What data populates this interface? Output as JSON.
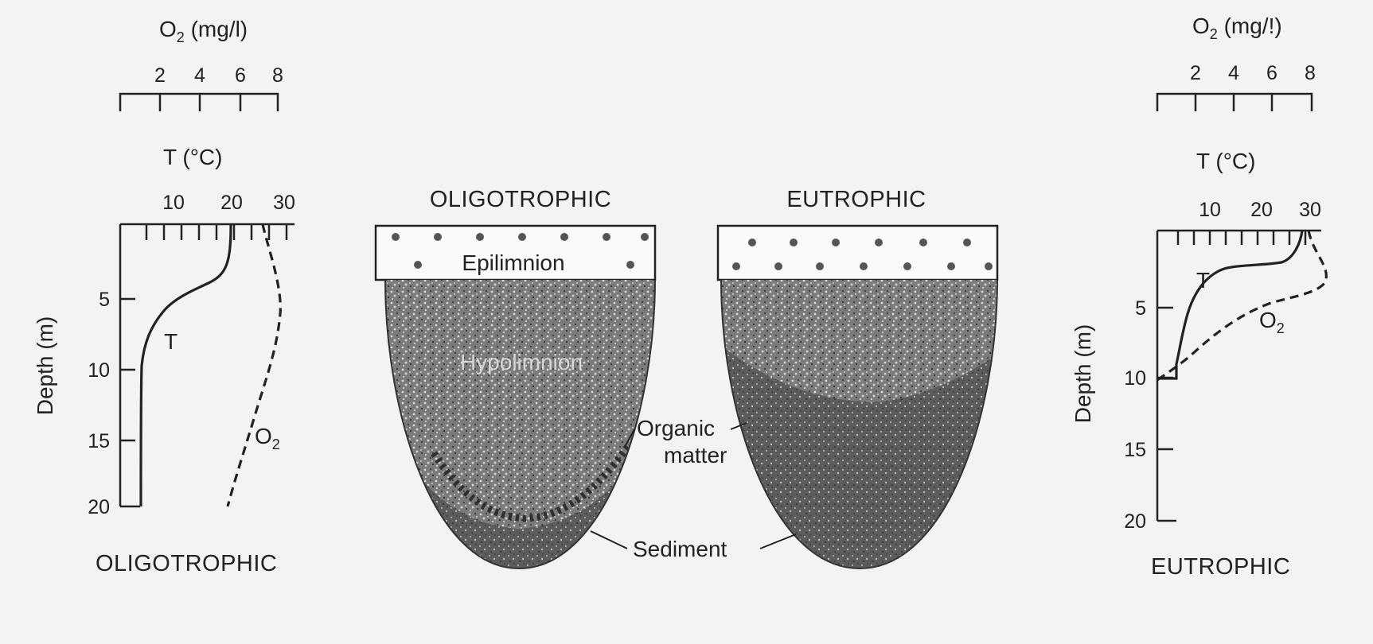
{
  "left_profile": {
    "o2_axis_title": "O",
    "o2_axis_sub": "2",
    "o2_axis_unit": " (mg/l)",
    "o2_ticks": [
      "2",
      "4",
      "6",
      "8"
    ],
    "t_axis_title": "T (°C)",
    "t_ticks": [
      "10",
      "20",
      "30"
    ],
    "depth_label": "Depth (m)",
    "depth_ticks": [
      "5",
      "10",
      "15",
      "20"
    ],
    "t_curve_label": "T",
    "o2_curve_label": "O",
    "o2_curve_sub": "2",
    "caption": "OLIGOTROPHIC"
  },
  "right_profile": {
    "o2_axis_title": "O",
    "o2_axis_sub": "2",
    "o2_axis_unit": " (mg/!)",
    "o2_ticks": [
      "2",
      "4",
      "6",
      "8"
    ],
    "t_axis_title": "T (°C)",
    "t_ticks": [
      "10",
      "20",
      "30"
    ],
    "depth_label": "Depth (m)",
    "depth_ticks": [
      "5",
      "10",
      "15",
      "20"
    ],
    "t_curve_label": "T",
    "o2_curve_label": "O",
    "o2_curve_sub": "2",
    "caption": "EUTROPHIC"
  },
  "lake_left": {
    "title": "OLIGOTROPHIC",
    "epilimnion": "Epilimnion",
    "hypolimnion": "Hypolimnion"
  },
  "lake_right": {
    "title": "EUTROPHIC"
  },
  "annotations": {
    "organic_matter_line1": "Organic",
    "organic_matter_line2": "matter",
    "sediment": "Sediment"
  },
  "colors": {
    "ink": "#222222",
    "paper": "#f3f3f1",
    "water_dark": "#5a5a5a",
    "sediment": "#4a4a4a"
  }
}
